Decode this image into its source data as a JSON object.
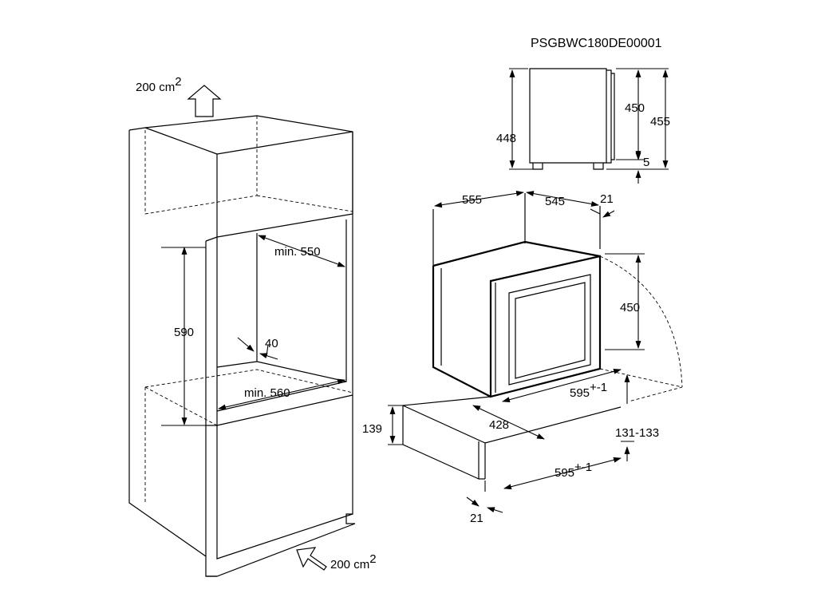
{
  "model_code": "PSGBWC180DE00001",
  "vent_top": {
    "value": "200 cm",
    "exp": "2"
  },
  "vent_bottom": {
    "value": "200 cm",
    "exp": "2"
  },
  "cabinet": {
    "min_depth": "min. 550",
    "height": "590",
    "gap": "40",
    "min_width": "min. 560"
  },
  "side_view": {
    "body_height": "448",
    "front_height": "450",
    "total_height": "455",
    "foot": "5"
  },
  "appliance": {
    "depth_total": "555",
    "depth_body": "545",
    "front_thickness": "21",
    "height": "450",
    "width": {
      "value": "595",
      "exp": "+-1"
    },
    "opening_width": "428"
  },
  "drawer": {
    "height": "139",
    "recess": "131-133",
    "width": {
      "value": "595",
      "exp": "+-1"
    },
    "front_thickness": "21"
  }
}
